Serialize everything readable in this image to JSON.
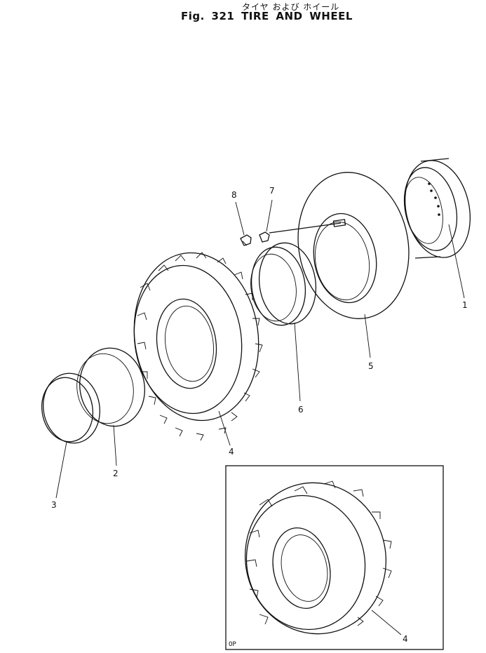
{
  "header": {
    "title_jp": "タイヤ および ホイール",
    "title": "Fig. 321  TIRE AND WHEEL"
  },
  "callouts": [
    "1",
    "2",
    "3",
    "4",
    "5",
    "6",
    "7",
    "8",
    "4"
  ],
  "inset": {
    "tag": "OP"
  }
}
